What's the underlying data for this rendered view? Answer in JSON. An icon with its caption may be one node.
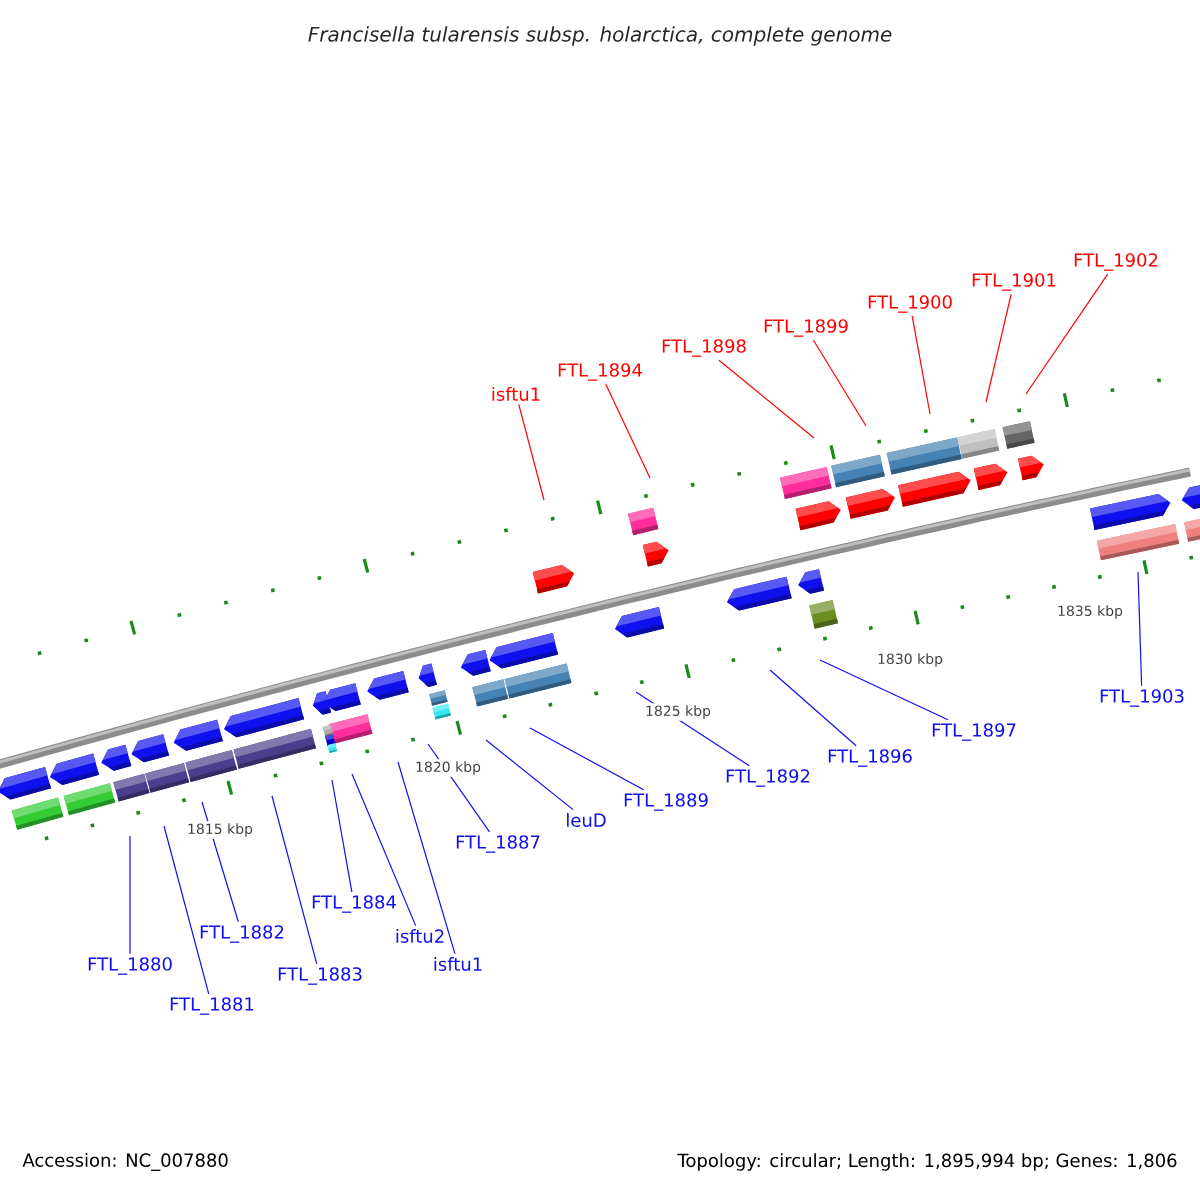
{
  "diagram": {
    "title": "Francisella tularensis subsp. holarctica, complete genome",
    "nodes": [
      {
        "text": [
          "isftu1"
        ]
      },
      {
        "text": [
          "FTL_1894"
        ]
      },
      {
        "text": [
          "FTL_1898"
        ]
      },
      {
        "text": [
          "FTL_1899"
        ]
      },
      {
        "text": [
          "FTL_1900"
        ]
      },
      {
        "text": [
          "FTL_1901"
        ]
      },
      {
        "text": [
          "FTL_1902"
        ]
      },
      {
        "text": [
          "FTL_1880"
        ]
      },
      {
        "text": [
          "FTL_1881"
        ]
      },
      {
        "text": [
          "FTL_1882"
        ]
      },
      {
        "text": [
          "FTL_1883"
        ]
      },
      {
        "text": [
          "FTL_1884"
        ]
      },
      {
        "text": [
          "isftu2"
        ]
      },
      {
        "text": [
          "isftu1"
        ]
      },
      {
        "text": [
          "FTL_1887"
        ]
      },
      {
        "text": [
          "leuD"
        ]
      },
      {
        "text": [
          "FTL_1889"
        ]
      },
      {
        "text": [
          "FTL_1892"
        ]
      },
      {
        "text": [
          "FTL_1896"
        ]
      },
      {
        "text": [
          "FTL_1897"
        ]
      },
      {
        "text": [
          "FTL_1903"
        ]
      }
    ],
    "edges": [
      {
        "from": 0,
        "to": null,
        "arrow": "none",
        "color": "#ff0000"
      },
      {
        "from": 1,
        "to": null,
        "arrow": "none",
        "color": "#ff0000"
      },
      {
        "from": 2,
        "to": null,
        "arrow": "none",
        "color": "#ff0000"
      },
      {
        "from": 3,
        "to": null,
        "arrow": "none",
        "color": "#ff0000"
      },
      {
        "from": 4,
        "to": null,
        "arrow": "none",
        "color": "#ff0000"
      },
      {
        "from": 5,
        "to": null,
        "arrow": "none",
        "color": "#ff0000"
      },
      {
        "from": 6,
        "to": null,
        "arrow": "none",
        "color": "#ff0000"
      },
      {
        "from": 7,
        "to": null,
        "arrow": "none"
      },
      {
        "from": 8,
        "to": null,
        "arrow": "none"
      },
      {
        "from": 9,
        "to": null,
        "arrow": "none"
      },
      {
        "from": 10,
        "to": null,
        "arrow": "none"
      },
      {
        "from": 11,
        "to": null,
        "arrow": "none"
      },
      {
        "from": 12,
        "to": null,
        "arrow": "none"
      },
      {
        "from": 13,
        "to": null,
        "arrow": "none"
      },
      {
        "from": 14,
        "to": null,
        "arrow": "none"
      },
      {
        "from": 15,
        "to": null,
        "arrow": "none"
      },
      {
        "from": 16,
        "to": null,
        "arrow": "none"
      },
      {
        "from": 17,
        "to": null,
        "arrow": "none"
      },
      {
        "from": 18,
        "to": null,
        "arrow": "none"
      },
      {
        "from": 19,
        "to": null,
        "arrow": "none"
      },
      {
        "from": 20,
        "to": null,
        "arrow": "none"
      }
    ],
    "labels": [
      "1835 kbp",
      "1830 kbp",
      "1825 kbp",
      "1820 kbp",
      "1815 kbp",
      "Accession: NC_007880",
      "Topology: circular; Length: 1,895,994 bp; Genes: 1,806"
    ]
  }
}
